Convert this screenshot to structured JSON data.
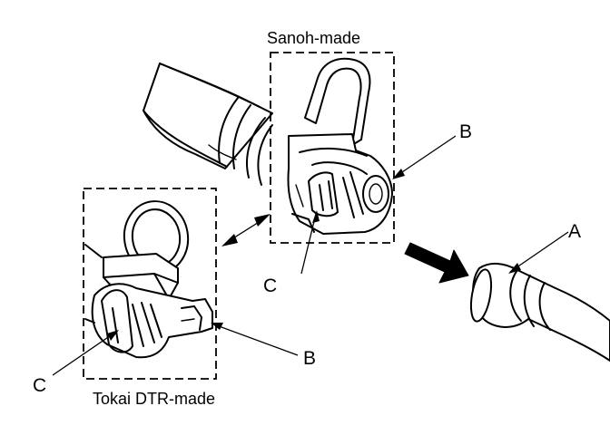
{
  "labels": {
    "sanoh": "Sanoh-made",
    "tokai": "Tokai DTR-made",
    "a": "A",
    "b_top": "B",
    "b_bottom": "B",
    "c_top": "C",
    "c_bottom": "C"
  },
  "colors": {
    "ink": "#000000",
    "background": "#ffffff"
  }
}
